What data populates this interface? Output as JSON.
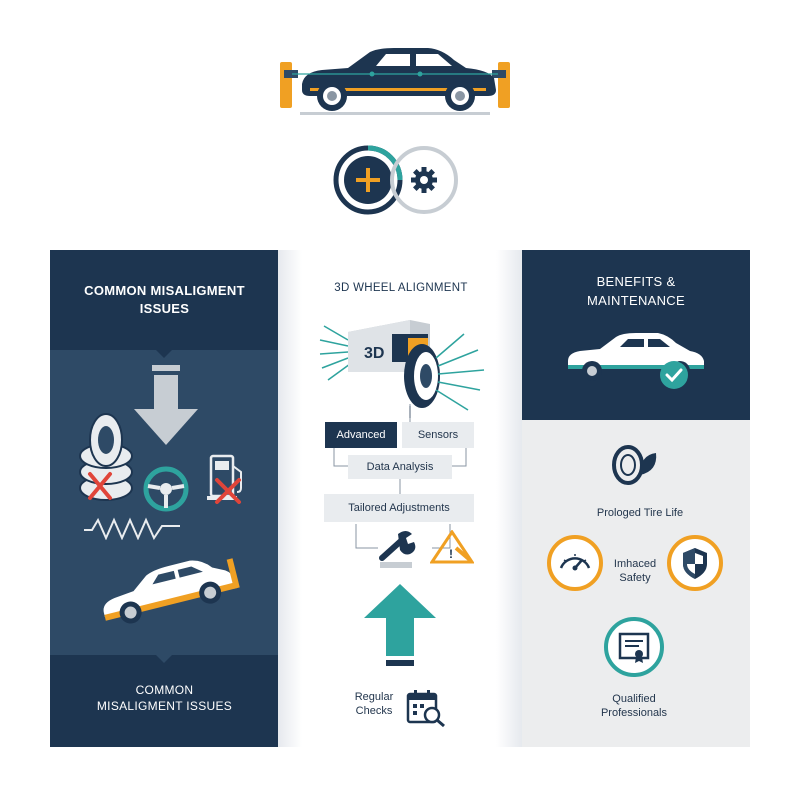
{
  "left": {
    "title": "COMMON MISALIGMENT ISSUES",
    "bottom_title": "COMMON MISALIGMENT ISSUES"
  },
  "middle": {
    "title": "3D WHEEL ALIGNMENT",
    "camera_label": "3D",
    "box_advanced": "Advanced",
    "box_sensors": "Sensors",
    "box_data": "Data Analysis",
    "box_tailored": "Tailored Adjustments",
    "regular_checks": "Regular Checks"
  },
  "right": {
    "title": "BENEFITS & MAINTENANCE",
    "tire_life": "Prologed Tire Life",
    "safety": "Imhaced Safety",
    "professionals": "Qualified Professionals"
  },
  "colors": {
    "navy": "#1d3550",
    "slate": "#2e4a66",
    "orange": "#f0a023",
    "teal": "#2ea39e",
    "red": "#e0453a"
  },
  "icons": [
    "car-on-lift-icon",
    "plus-gear-icon",
    "stacked-tires-icon",
    "steering-wheel-icon",
    "fuel-pump-icon",
    "tilted-car-icon",
    "3d-camera-icon",
    "wrench-icon",
    "warning-ruler-icon",
    "up-arrow-icon",
    "calendar-search-icon",
    "car-check-icon",
    "tire-leaf-icon",
    "gauge-icon",
    "shield-icon",
    "certificate-icon"
  ]
}
